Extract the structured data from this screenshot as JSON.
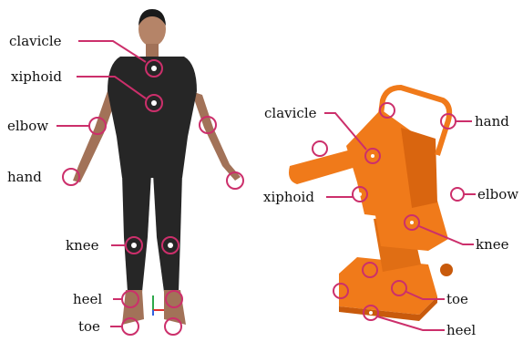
{
  "figure": {
    "marker_color": "#cc2f6b",
    "human_panel": {
      "labels": {
        "clavicle": "clavicle",
        "xiphoid": "xiphoid",
        "elbow": "elbow",
        "hand": "hand",
        "knee": "knee",
        "heel": "heel",
        "toe": "toe"
      }
    },
    "robot_panel": {
      "labels": {
        "clavicle": "clavicle",
        "hand": "hand",
        "xiphoid": "xiphoid",
        "elbow": "elbow",
        "knee": "knee",
        "toe": "toe",
        "heel": "heel"
      }
    },
    "colors": {
      "robot_body": "#f07a1a",
      "robot_shade": "#c85a0c",
      "suit": "#262626",
      "skin": "#a27258"
    }
  }
}
